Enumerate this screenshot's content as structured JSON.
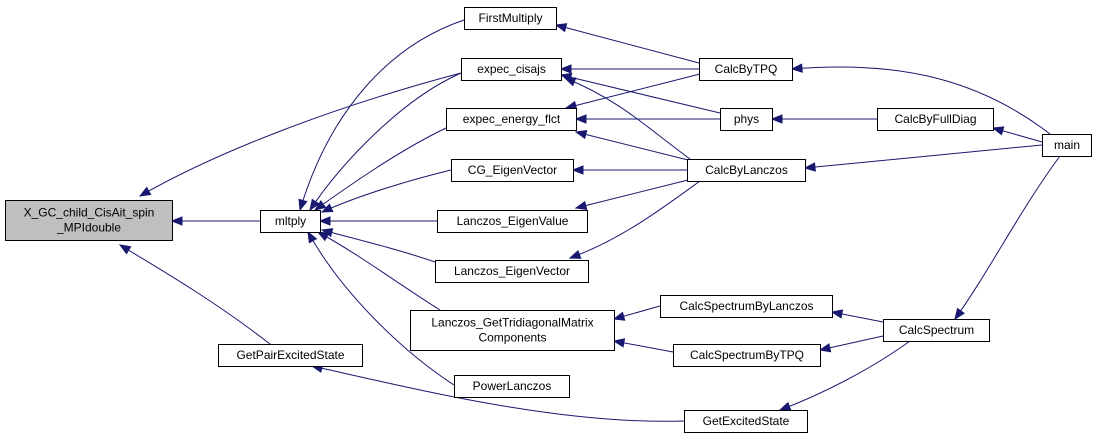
{
  "graph": {
    "nodes": {
      "root": [
        "X_GC_child_CisAit_spin",
        "_MPIdouble"
      ],
      "mltply": [
        "mltply"
      ],
      "pair": [
        "GetPairExcitedState"
      ],
      "first": [
        "FirstMultiply"
      ],
      "cisajs": [
        "expec_cisajs"
      ],
      "energy": [
        "expec_energy_flct"
      ],
      "cg": [
        "CG_EigenVector"
      ],
      "lval": [
        "Lanczos_EigenValue"
      ],
      "lvec": [
        "Lanczos_EigenVector"
      ],
      "tridiag": [
        "Lanczos_GetTridiagonalMatrix",
        "Components"
      ],
      "power": [
        "PowerLanczos"
      ],
      "tpq": [
        "CalcByTPQ"
      ],
      "phys": [
        "phys"
      ],
      "lanczos": [
        "CalcByLanczos"
      ],
      "specl": [
        "CalcSpectrumByLanczos"
      ],
      "spect": [
        "CalcSpectrumByTPQ"
      ],
      "excited": [
        "GetExcitedState"
      ],
      "fulldiag": [
        "CalcByFullDiag"
      ],
      "spectrum": [
        "CalcSpectrum"
      ],
      "main": [
        "main"
      ]
    },
    "edges": [
      [
        "mltply",
        "root"
      ],
      [
        "pair",
        "root"
      ],
      [
        "cisajs",
        "root"
      ],
      [
        "first",
        "mltply"
      ],
      [
        "cisajs",
        "mltply"
      ],
      [
        "energy",
        "mltply"
      ],
      [
        "cg",
        "mltply"
      ],
      [
        "lval",
        "mltply"
      ],
      [
        "lvec",
        "mltply"
      ],
      [
        "tridiag",
        "mltply"
      ],
      [
        "power",
        "mltply"
      ],
      [
        "excited",
        "pair"
      ],
      [
        "tpq",
        "first"
      ],
      [
        "tpq",
        "cisajs"
      ],
      [
        "phys",
        "cisajs"
      ],
      [
        "lanczos",
        "cisajs"
      ],
      [
        "tpq",
        "energy"
      ],
      [
        "phys",
        "energy"
      ],
      [
        "lanczos",
        "energy"
      ],
      [
        "lanczos",
        "cg"
      ],
      [
        "lanczos",
        "lval"
      ],
      [
        "lanczos",
        "lvec"
      ],
      [
        "specl",
        "tridiag"
      ],
      [
        "spect",
        "tridiag"
      ],
      [
        "main",
        "tpq"
      ],
      [
        "fulldiag",
        "phys"
      ],
      [
        "main",
        "lanczos"
      ],
      [
        "spectrum",
        "specl"
      ],
      [
        "spectrum",
        "spect"
      ],
      [
        "spectrum",
        "excited"
      ],
      [
        "main",
        "fulldiag"
      ],
      [
        "main",
        "spectrum"
      ]
    ]
  }
}
